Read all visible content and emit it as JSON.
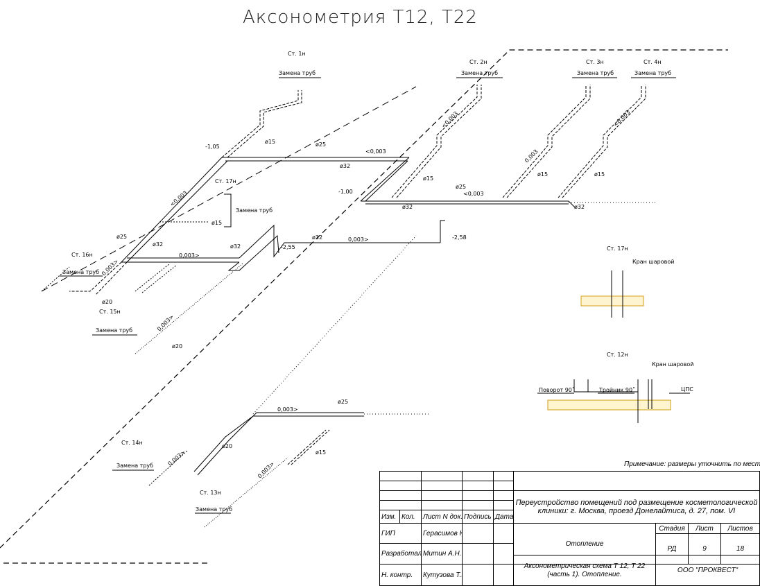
{
  "title": "Аксонометрия Т12, Т22",
  "risers": {
    "st1": "Ст. 1н",
    "st2": "Ст. 2н",
    "st3": "Ст. 3н",
    "st4": "Ст. 4н",
    "st12": "Ст. 12н",
    "st13": "Ст. 13н",
    "st14": "Ст. 14н",
    "st15": "Ст. 15н",
    "st16": "Ст. 16н",
    "st17": "Ст. 17н"
  },
  "pipe_replacement": "Замена труб",
  "diameters": {
    "d15": "ø15",
    "d20": "ø20",
    "d25": "ø25",
    "d32": "ø32"
  },
  "slopes": {
    "s003": "0,003",
    "s003_right": "0,003>",
    "s003_left": "<0,003"
  },
  "levels": {
    "l105": "-1,05",
    "l100": "-1,00",
    "l255": "-2,55",
    "l258": "-2,58"
  },
  "details": {
    "ball_valve": "Кран шаровой",
    "turn90": "Поворот 90˚",
    "tee90": "Тройник 90˚",
    "cps": "ЦПС"
  },
  "note": "Примечание: размеры уточнить по месту",
  "stamp": {
    "hdr_izm": "Изм.",
    "hdr_kol": "Кол.",
    "hdr_list_n": "Лист N док.",
    "hdr_podpis": "Подпись",
    "hdr_data": "Дата",
    "gip": "ГИП",
    "gip_name": "Герасимов К.С.",
    "razrab": "Разработал",
    "razrab_name": "Митин А.Н.",
    "nkontr": "Н. контр.",
    "nkontr_name": "Кутузова Т.В.",
    "project": "Переустройство помещений под размещение косметологической клиники: г. Москва, проезд Донелайтиса, д. 27, пом. VI",
    "section": "Отопление",
    "stage_label": "Стадия",
    "sheet_label": "Лист",
    "sheets_label": "Листов",
    "stage": "РД",
    "sheet": "9",
    "sheets": "18",
    "drawing": "Аксонометрическая схема Т 12, Т 22 (часть 1). Отопление.",
    "company": "ООО \"ПРОКВЕСТ\""
  }
}
